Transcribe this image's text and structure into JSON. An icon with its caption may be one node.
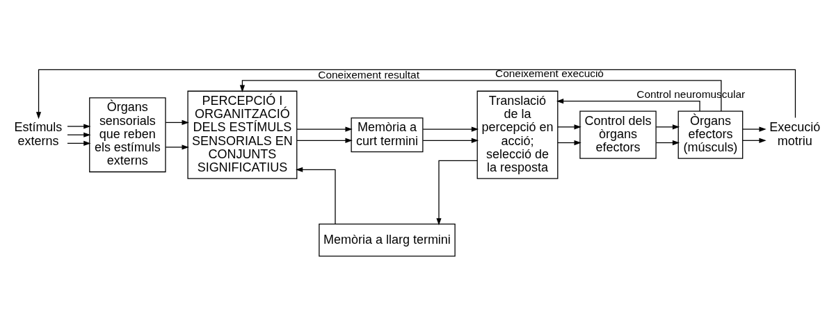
{
  "diagram": {
    "nodes": [
      {
        "text": [
          "Estímuls externs"
        ]
      },
      {
        "text": [
          "Òrgans sensorials que reben els estímuls externs"
        ]
      },
      {
        "text": [
          "PERCEPCIÓ I ORGANITZACIÓ DELS ESTÍMULS SENSORIALS EN CONJUNTS SIGNIFICATIUS"
        ]
      },
      {
        "text": [
          "Memòria a curt termini"
        ]
      },
      {
        "text": [
          "Translació de la percepció en acció; selecció de la resposta"
        ]
      },
      {
        "text": [
          "Control dels òrgans efectors"
        ]
      },
      {
        "text": [
          "Òrgans efectors (músculs)"
        ]
      },
      {
        "text": [
          "Execució motriu"
        ]
      },
      {
        "text": [
          "Memòria a llarg termini"
        ]
      }
    ],
    "edges": [
      {
        "from": 0,
        "to": 1,
        "arrow": "to"
      },
      {
        "from": 0,
        "to": 1,
        "arrow": "to"
      },
      {
        "from": 0,
        "to": 1,
        "arrow": "to"
      },
      {
        "from": 1,
        "to": 2,
        "arrow": "to"
      },
      {
        "from": 1,
        "to": 2,
        "arrow": "to"
      },
      {
        "from": 2,
        "to": 3,
        "arrow": "to"
      },
      {
        "from": 2,
        "to": 3,
        "arrow": "to"
      },
      {
        "from": 3,
        "to": 4,
        "arrow": "to"
      },
      {
        "from": 3,
        "to": 4,
        "arrow": "to"
      },
      {
        "from": 4,
        "to": 5,
        "arrow": "to"
      },
      {
        "from": 4,
        "to": 5,
        "arrow": "to"
      },
      {
        "from": 5,
        "to": 6,
        "arrow": "to"
      },
      {
        "from": 5,
        "to": 6,
        "arrow": "to"
      },
      {
        "from": 6,
        "to": 7,
        "arrow": "to"
      },
      {
        "from": 6,
        "to": 7,
        "arrow": "to"
      },
      {
        "from": 8,
        "to": 2,
        "arrow": "to"
      },
      {
        "from": 4,
        "to": 8,
        "arrow": "to"
      },
      {
        "from": 7,
        "to": 0,
        "arrow": "to",
        "label": "Coneixement resultat"
      },
      {
        "from": 6,
        "to": 2,
        "arrow": "to",
        "label": "Coneixement execució"
      },
      {
        "from": 6,
        "to": 4,
        "arrow": "to",
        "label": "Control neuromuscular"
      }
    ]
  }
}
